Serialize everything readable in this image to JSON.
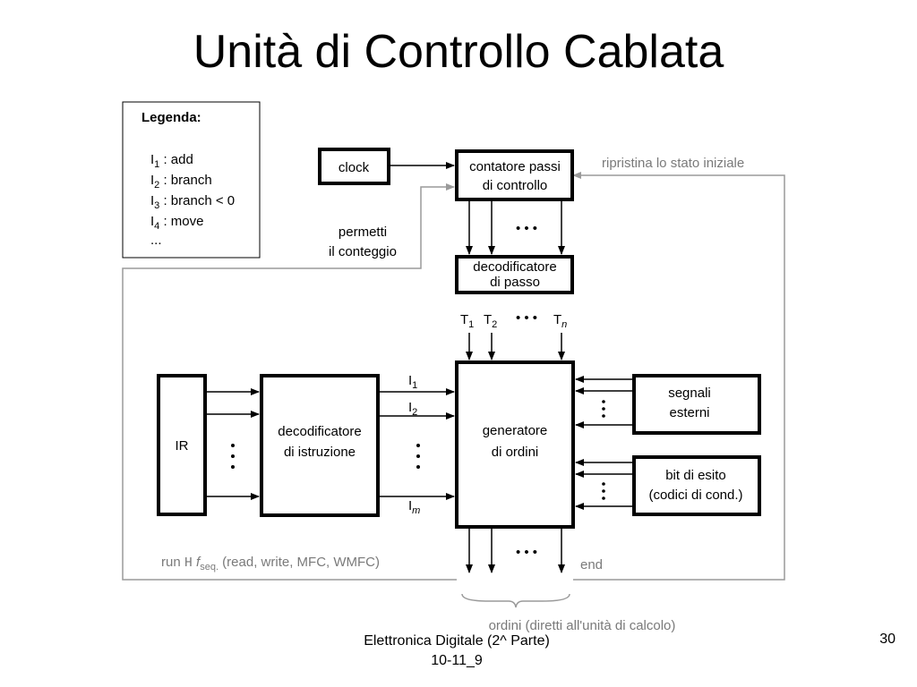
{
  "slide": {
    "title": "Unità di Controllo Cablata",
    "footer_line1": "Elettronica Digitale (2^ Parte)",
    "footer_line2": "10-11_9",
    "page_number": "30"
  },
  "legend": {
    "title": "Legenda:",
    "items": [
      {
        "sym": "I",
        "sub": "1",
        "text": " : add"
      },
      {
        "sym": "I",
        "sub": "2",
        "text": " : branch"
      },
      {
        "sym": "I",
        "sub": "3",
        "text": " : branch < 0"
      },
      {
        "sym": "I",
        "sub": "4",
        "text": " : move"
      }
    ],
    "more": "..."
  },
  "blocks": {
    "clock": "clock",
    "step_counter_line1": "contatore passi",
    "step_counter_line2": "di controllo",
    "step_decoder_line1": "decodificatore",
    "step_decoder_line2": "di passo",
    "ir": "IR",
    "instr_decoder_line1": "decodificatore",
    "instr_decoder_line2": "di istruzione",
    "generator_line1": "generatore",
    "generator_line2": "di ordini",
    "external_line1": "segnali",
    "external_line2": "esterni",
    "flags_line1": "bit di esito",
    "flags_line2": "(codici di cond.)"
  },
  "signals": {
    "reset": "ripristina lo stato iniziale",
    "enable_line1": "permetti",
    "enable_line2": "il conteggio",
    "t1": "T",
    "t1_sub": "1",
    "t2": "T",
    "t2_sub": "2",
    "tn": "T",
    "tn_sub": "n",
    "i1": "I",
    "i1_sub": "1",
    "i2": "I",
    "i2_sub": "2",
    "im": "I",
    "im_sub": "m",
    "dots": "• • •",
    "run_prefix": "run ",
    "run_h": "H",
    "run_f": " f",
    "run_f_sub": "seq.",
    "run_suffix": " (read, write, MFC, WMFC)",
    "end": "end",
    "orders": "ordini (diretti all'unità di calcolo)"
  },
  "colors": {
    "line": "#000000",
    "feedback": "#9a9a9a",
    "grey_text": "#7a7a7a"
  }
}
